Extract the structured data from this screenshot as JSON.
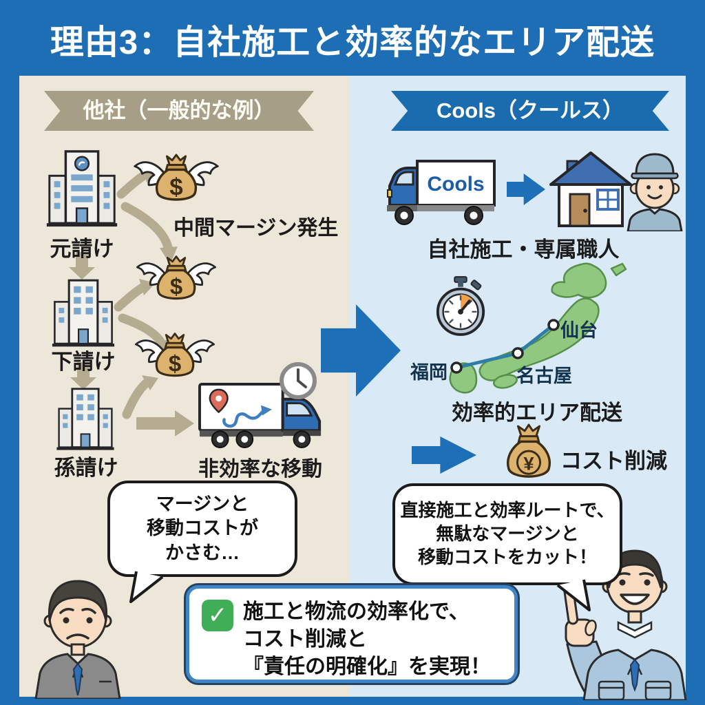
{
  "title": "理由3：自社施工と効率的なエリア配送",
  "left_panel": {
    "banner": "他社（一般的な例）",
    "chain": [
      "元請け",
      "下請け",
      "孫請け"
    ],
    "margin_label": "中間マージン発生",
    "money_symbol": "$",
    "truck_caption": "非効率な移動",
    "bubble_lines": [
      "マージンと",
      "移動コストが",
      "かさむ…"
    ]
  },
  "right_panel": {
    "banner": "Cools（クールス）",
    "truck_logo": "Cools",
    "inhouse_label": "自社施工・専属職人",
    "cities": {
      "sendai": "仙台",
      "nagoya": "名古屋",
      "fukuoka": "福岡"
    },
    "delivery_label": "効率的エリア配送",
    "cost_symbol": "¥",
    "cost_label": "コスト削減",
    "bubble_lines": [
      "直接施工と効率ルートで、",
      "無駄なマージンと",
      "移動コストをカット！"
    ]
  },
  "summary": {
    "check_mark": "✓",
    "lines": [
      "施工と物流の効率化で、",
      "コスト削減と",
      "『責任の明確化』を実現！"
    ]
  },
  "colors": {
    "frame_blue": "#1d6eb5",
    "left_bg": "#ece7d8",
    "right_bg": "#d9eaf6",
    "ribbon_tan": "#a79e87",
    "ribbon_blue": "#1a6cae",
    "arrow_tan": "#b5ab90",
    "arrow_blue": "#1d6fb8",
    "money_gold": "#dcb26c",
    "map_green": "#8fc87e",
    "route_teal": "#2e7ea8",
    "check_green": "#3fae57",
    "cools_logo_blue": "#1b5ea6"
  }
}
